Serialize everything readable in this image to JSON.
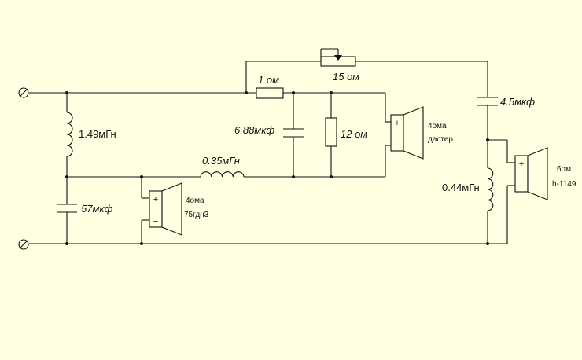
{
  "labels": {
    "r_series": "1 ом",
    "pot": "15 ом",
    "cap_tweeter": "4.5мкф",
    "cap_mid": "6.88мкф",
    "r_shunt": "12 ом",
    "ind_main": "1.49мГн",
    "ind_mid": "0.35мГн",
    "cap_bass": "57мкф",
    "ind_tweeter": "0.44мГн"
  },
  "speakers": {
    "mid": {
      "line1": "4ома",
      "line2": "дастер"
    },
    "bass": {
      "line1": "4ома",
      "line2": "75гдн3"
    },
    "tweeter": {
      "line1": "6ом",
      "line2": "h-1149"
    }
  },
  "polarity": {
    "plus": "+",
    "minus": "−"
  }
}
